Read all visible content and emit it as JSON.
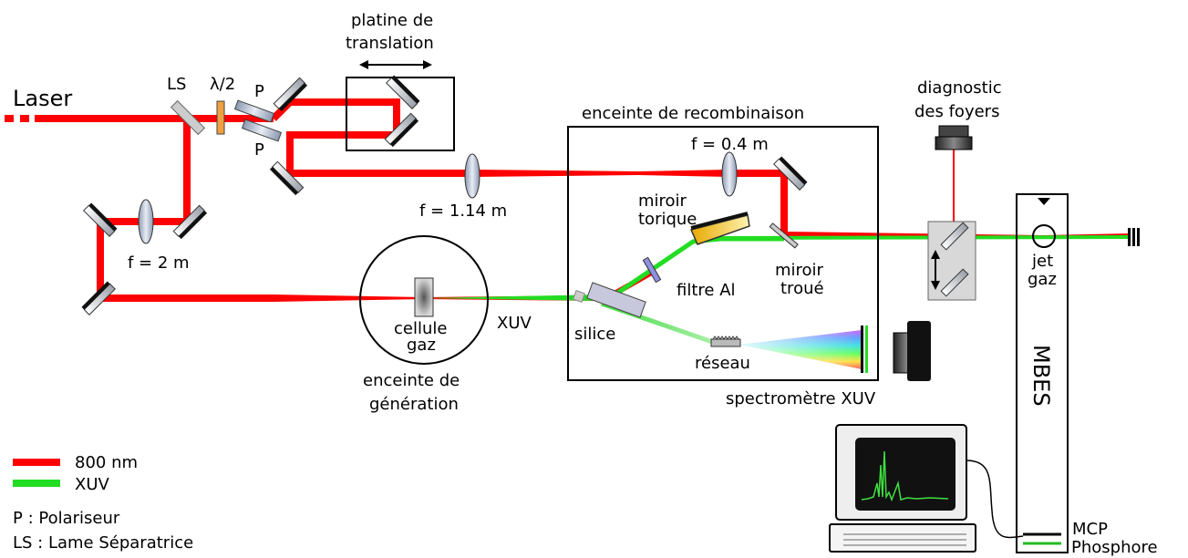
{
  "labels": {
    "laser": "Laser",
    "ls": "LS",
    "half_wave": "λ/2",
    "p_top": "P",
    "p_bottom": "P",
    "platine_1": "platine de",
    "platine_2": "translation",
    "f_2m": "f = 2 m",
    "f_114m": "f = 1.14 m",
    "f_04m": "f = 0.4 m",
    "enceinte_recomb": "enceinte de recombinaison",
    "miroir_torique_1": "miroir",
    "miroir_torique_2": "torique",
    "filtre_al": "filtre Al",
    "miroir_troue_1": "miroir",
    "miroir_troue_2": "troué",
    "silice": "silice",
    "reseau": "réseau",
    "spectro": "spectromètre XUV",
    "xuv_beam": "XUV",
    "cellule_1": "cellule",
    "cellule_2": "gaz",
    "gen_1": "enceinte de",
    "gen_2": "génération",
    "diag_1": "diagnostic",
    "diag_2": "des foyers",
    "jet_1": "jet",
    "jet_2": "gaz",
    "mbes": "MBES",
    "mcp": "MCP",
    "phosphore": "Phosphore"
  },
  "legend": {
    "red_label": "800 nm",
    "green_label": "XUV",
    "p_def": "P : Polariseur",
    "ls_def": "LS : Lame Séparatrice"
  },
  "colors": {
    "laser_red": "#ff0000",
    "xuv_green": "#22dd22"
  }
}
